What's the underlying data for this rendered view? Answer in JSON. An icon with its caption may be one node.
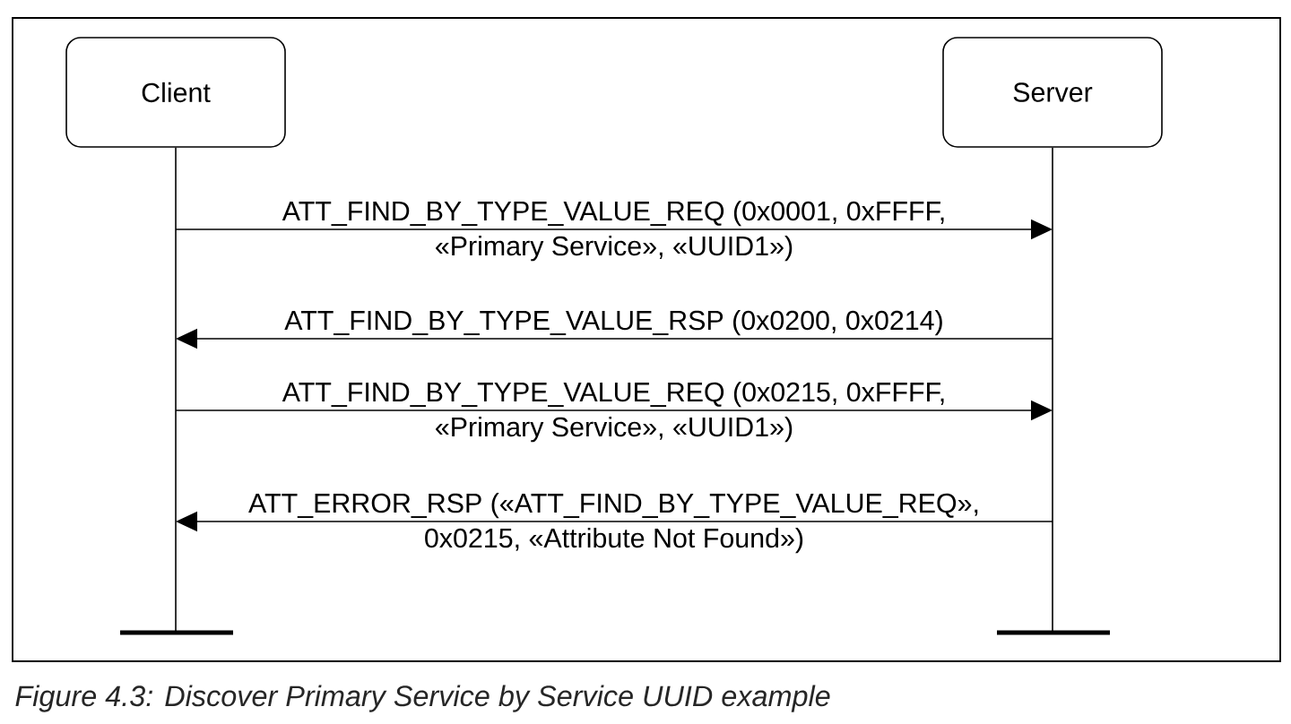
{
  "diagram": {
    "caption": "Figure 4.3: Discover Primary Service by Service UUID example",
    "nodes": [
      {
        "text": [
          "Client"
        ]
      },
      {
        "text": [
          "Server"
        ]
      }
    ],
    "edges": [
      {
        "from": 0,
        "to": 1,
        "arrow": "to",
        "label": "ATT_FIND_BY_TYPE_VALUE_REQ (0x0001, 0xFFFF, «Primary Service», «UUID1»)"
      },
      {
        "from": 1,
        "to": 0,
        "arrow": "to",
        "label": "ATT_FIND_BY_TYPE_VALUE_RSP (0x0200, 0x0214)"
      },
      {
        "from": 0,
        "to": 1,
        "arrow": "to",
        "label": "ATT_FIND_BY_TYPE_VALUE_REQ (0x0215, 0xFFFF, «Primary Service», «UUID1»)"
      },
      {
        "from": 1,
        "to": 0,
        "arrow": "to",
        "label": "ATT_ERROR_RSP («ATT_FIND_BY_TYPE_VALUE_REQ», 0x0215, «Attribute Not Found»)"
      }
    ]
  }
}
